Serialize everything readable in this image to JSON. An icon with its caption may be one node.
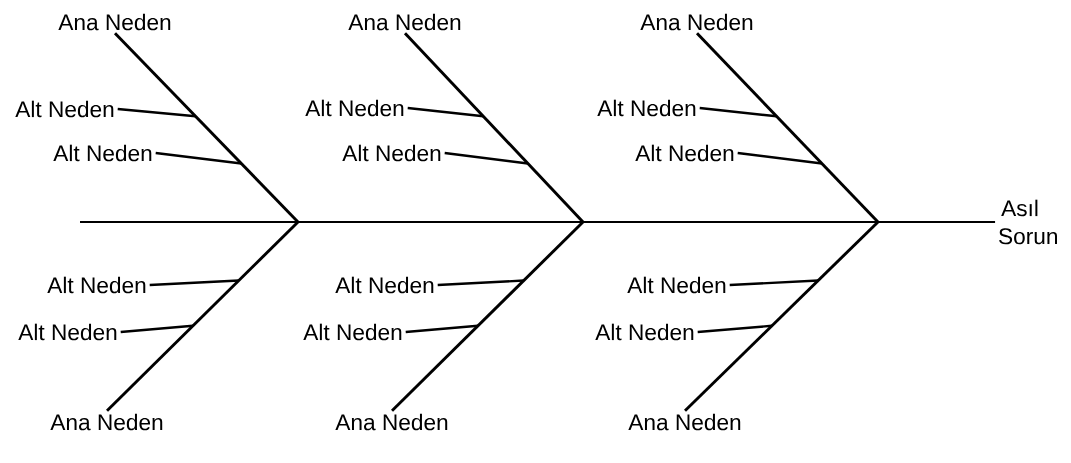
{
  "diagram": {
    "nodes": [
      {
        "text": [
          "Ana Neden"
        ]
      },
      {
        "text": [
          "Ana Neden"
        ]
      },
      {
        "text": [
          "Ana Neden"
        ]
      },
      {
        "text": [
          "Alt Neden"
        ]
      },
      {
        "text": [
          "Alt Neden"
        ]
      },
      {
        "text": [
          "Alt Neden"
        ]
      },
      {
        "text": [
          "Alt Neden"
        ]
      },
      {
        "text": [
          "Alt Neden"
        ]
      },
      {
        "text": [
          "Alt Neden"
        ]
      },
      {
        "text": [
          "Asıl Sorun"
        ]
      },
      {
        "text": [
          "Alt Neden"
        ]
      },
      {
        "text": [
          "Alt Neden"
        ]
      },
      {
        "text": [
          "Alt Neden"
        ]
      },
      {
        "text": [
          "Alt Neden"
        ]
      },
      {
        "text": [
          "Alt Neden"
        ]
      },
      {
        "text": [
          "Alt Neden"
        ]
      },
      {
        "text": [
          "Ana Neden"
        ]
      },
      {
        "text": [
          "Ana Neden"
        ]
      },
      {
        "text": [
          "Ana Neden"
        ]
      }
    ],
    "edges": [
      {
        "from": null,
        "to": 9,
        "arrow": "none"
      },
      {
        "from": 0,
        "to": null,
        "arrow": "none"
      },
      {
        "from": 1,
        "to": null,
        "arrow": "none"
      },
      {
        "from": 2,
        "to": null,
        "arrow": "none"
      },
      {
        "from": 16,
        "to": null,
        "arrow": "none"
      },
      {
        "from": 17,
        "to": null,
        "arrow": "none"
      },
      {
        "from": 18,
        "to": null,
        "arrow": "none"
      },
      {
        "from": 3,
        "to": null,
        "arrow": "none"
      },
      {
        "from": 4,
        "to": null,
        "arrow": "none"
      },
      {
        "from": 5,
        "to": null,
        "arrow": "none"
      },
      {
        "from": 6,
        "to": null,
        "arrow": "none"
      },
      {
        "from": 7,
        "to": null,
        "arrow": "none"
      },
      {
        "from": 8,
        "to": null,
        "arrow": "none"
      },
      {
        "from": 10,
        "to": null,
        "arrow": "none"
      },
      {
        "from": 11,
        "to": null,
        "arrow": "none"
      },
      {
        "from": 12,
        "to": null,
        "arrow": "none"
      },
      {
        "from": 13,
        "to": null,
        "arrow": "none"
      },
      {
        "from": 14,
        "to": null,
        "arrow": "none"
      },
      {
        "from": 15,
        "to": null,
        "arrow": "none"
      }
    ]
  }
}
